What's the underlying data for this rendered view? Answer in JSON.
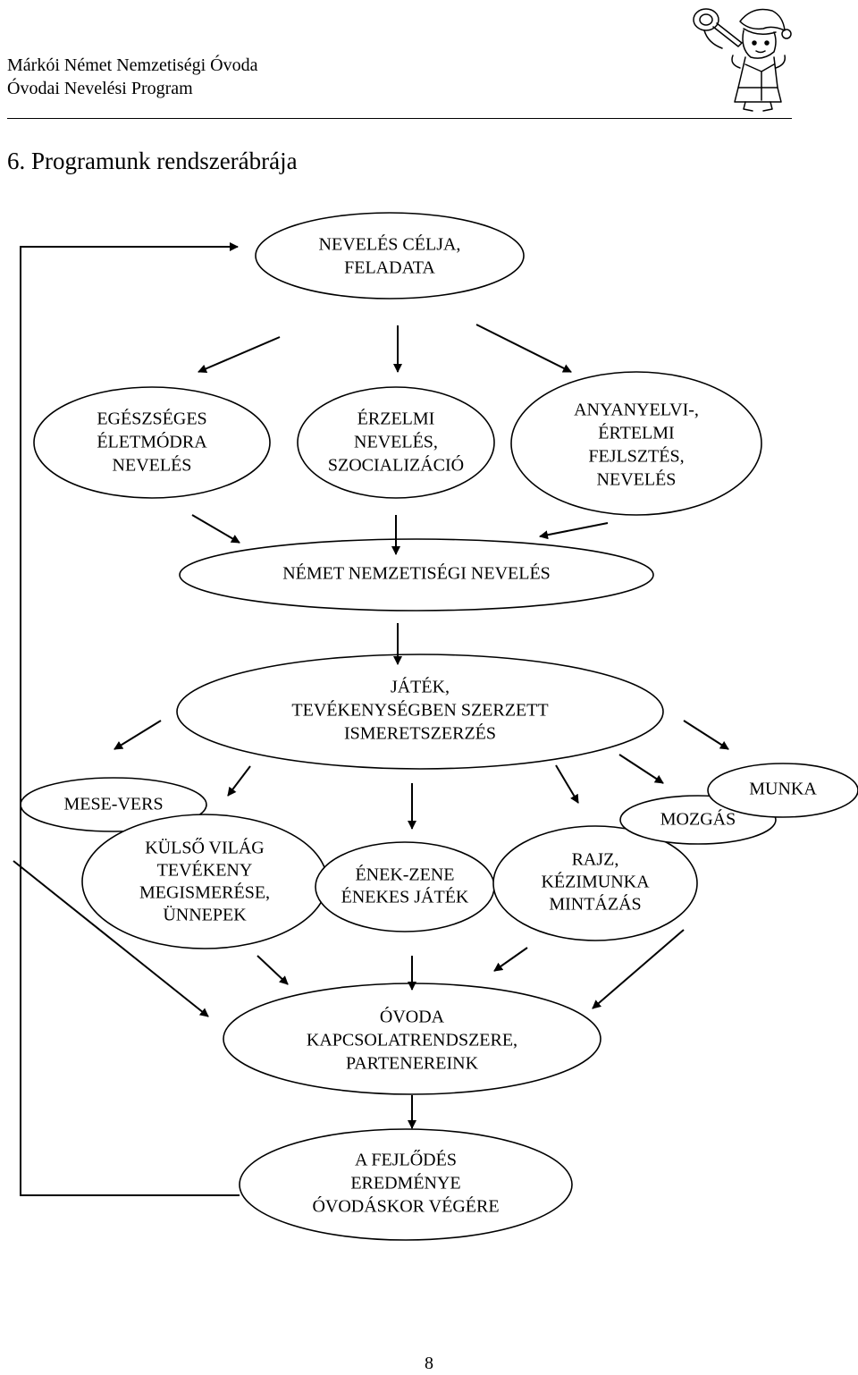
{
  "header": {
    "line1": "Márkói Német Nemzetiségi Óvoda",
    "line2": "Óvodai Nevelési Program"
  },
  "title": "6. Programunk rendszerábrája",
  "nodes": {
    "goal": [
      "NEVELÉS CÉLJA,",
      "FELADATA"
    ],
    "health": [
      "EGÉSZSÉGES",
      "ÉLETMÓDRA",
      "NEVELÉS"
    ],
    "emotional": [
      "ÉRZELMI",
      "NEVELÉS,",
      "SZOCIALIZÁCIÓ"
    ],
    "language": [
      "ANYANYELVI-,",
      "ÉRTELMI",
      "FEJLSZTÉS,",
      "NEVELÉS"
    ],
    "german": [
      "NÉMET NEMZETISÉGI NEVELÉS"
    ],
    "play": [
      "JÁTÉK,",
      "TEVÉKENYSÉGBEN SZERZETT",
      "ISMERETSZERZÉS"
    ],
    "tale": [
      "MESE-VERS"
    ],
    "world": [
      "KÜLSŐ VILÁG",
      "TEVÉKENY",
      "MEGISMERÉSE,",
      "ÜNNEPEK"
    ],
    "music": [
      "ÉNEK-ZENE",
      "ÉNEKES JÁTÉK"
    ],
    "drawing": [
      "RAJZ,",
      "KÉZIMUNKA",
      "MINTÁZÁS"
    ],
    "movement": [
      "MOZGÁS"
    ],
    "work": [
      "MUNKA"
    ],
    "kindergarten": [
      "ÓVODA",
      "KAPCSOLATRENDSZERE,",
      "PARTENEREINK"
    ],
    "result": [
      "A FEJLŐDÉS",
      "EREDMÉNYE",
      "ÓVODÁSKOR VÉGÉRE"
    ]
  },
  "page_number": "8"
}
